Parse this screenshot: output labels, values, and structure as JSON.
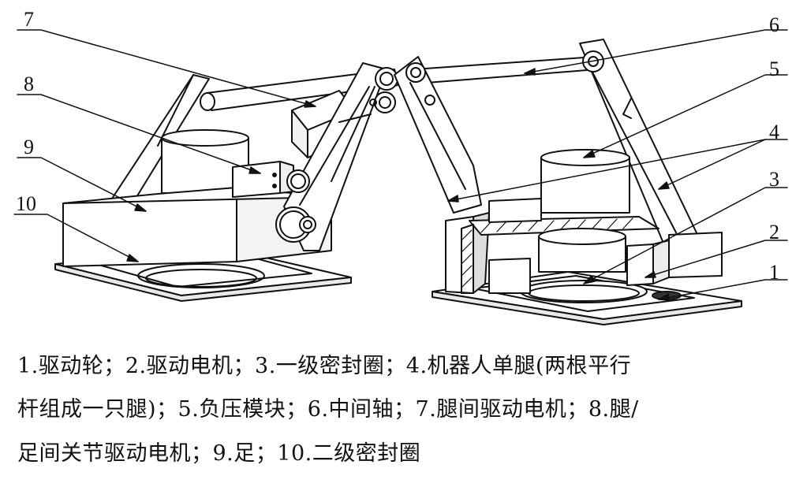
{
  "labels": {
    "l1": "1",
    "l2": "2",
    "l3": "3",
    "l4": "4",
    "l5": "5",
    "l6": "6",
    "l7": "7",
    "l8": "8",
    "l9": "9",
    "l10": "10"
  },
  "caption": {
    "line1": "1.驱动轮；2.驱动电机；3.一级密封圈；4.机器人单腿(两根平行",
    "line2": "杆组成一只腿)；5.负压模块；6.中间轴；7.腿间驱动电机；8.腿/",
    "line3": "足间关节驱动电机；9.足；10.二级密封圈"
  }
}
